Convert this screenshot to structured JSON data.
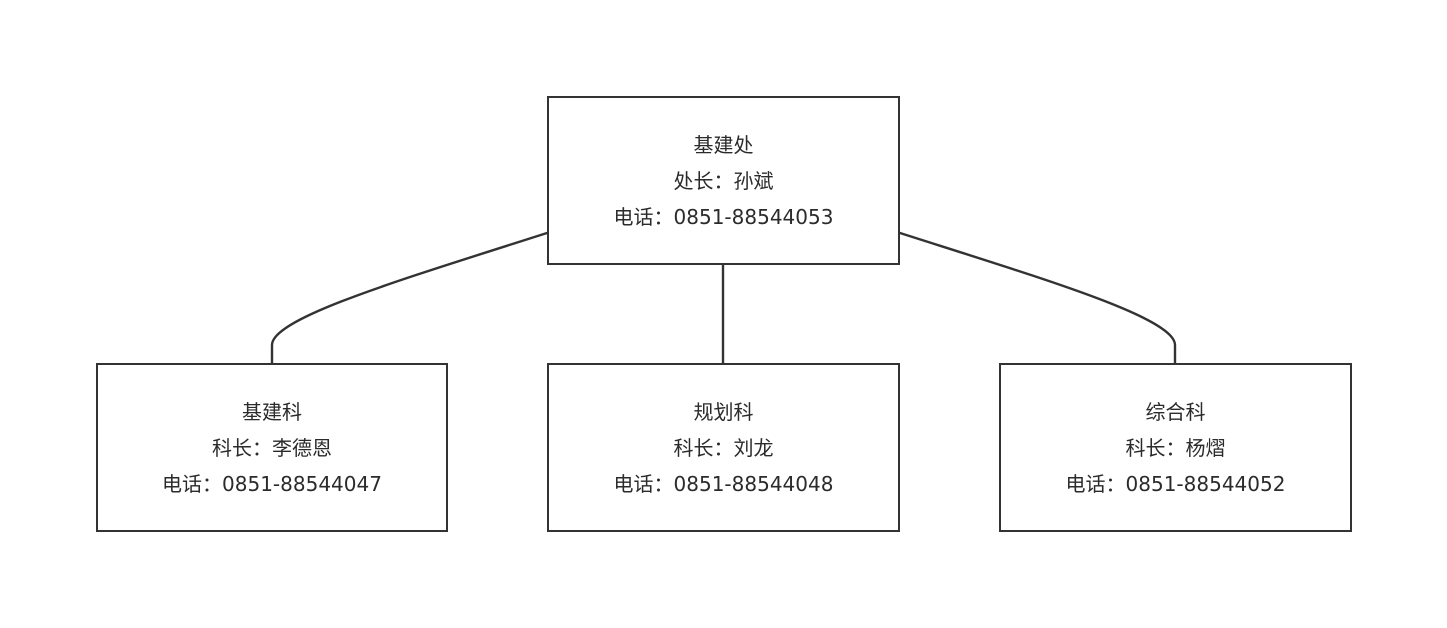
{
  "root": {
    "name": "基建处",
    "head": "处长：孙斌",
    "phone": "电话：0851-88544053"
  },
  "children": [
    {
      "name": "基建科",
      "head": "科长：李德恩",
      "phone": "电话：0851-88544047"
    },
    {
      "name": "规划科",
      "head": "科长：刘龙",
      "phone": "电话：0851-88544048"
    },
    {
      "name": "综合科",
      "head": "科长：杨熠",
      "phone": "电话：0851-88544052"
    }
  ]
}
